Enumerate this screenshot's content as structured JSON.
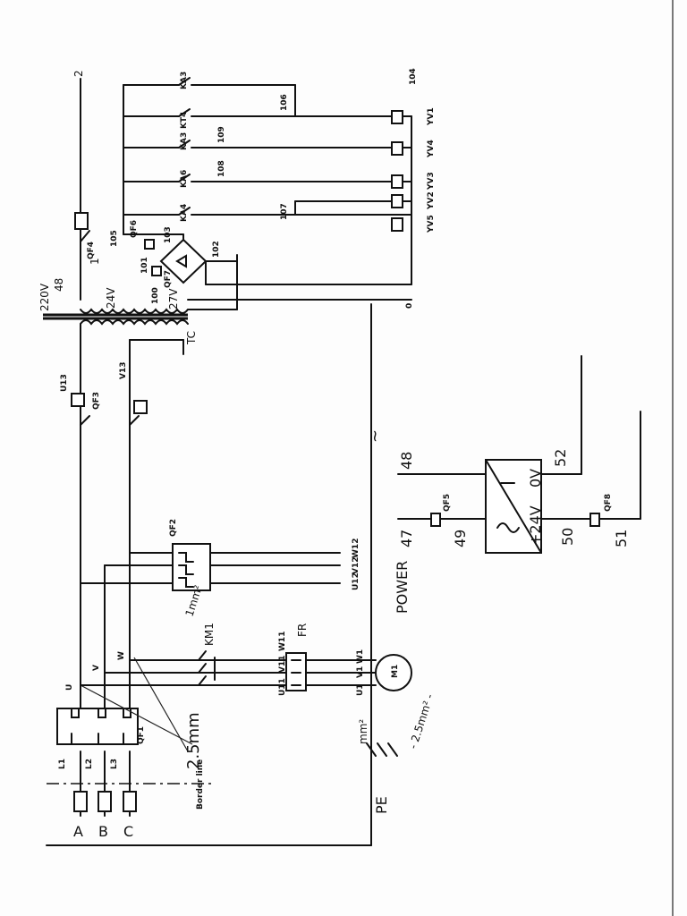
{
  "labels": {
    "phase_a": "A",
    "phase_b": "B",
    "phase_c": "C",
    "l1": "L1",
    "l2": "L2",
    "l3": "L3",
    "qf1": "QF1",
    "wire_2_5": "2.5mm",
    "bus_u": "U",
    "bus_v": "V",
    "bus_w": "W",
    "border_line": "Border line",
    "pe": "PE",
    "mm2": "mm²",
    "pe_wire": "- 2.5mm² -",
    "km1": "KM1",
    "fr": "FR",
    "u11": "U11",
    "v11": "V11",
    "w11": "W11",
    "u1": "U1",
    "v1": "V1",
    "w1": "W1",
    "m1": "M1",
    "qf2": "QF2",
    "wire_1": "1mm²",
    "out_u12": "U12",
    "out_v12": "V12",
    "out_w12": "W12",
    "u13": "U13",
    "v13": "V13",
    "qf3": "QF3",
    "tc": "TC",
    "v220": "220V",
    "n48": "48",
    "v24": "24V",
    "n100": "100",
    "v27": "27V",
    "n1": "1",
    "n2": "2",
    "qf4": "QF4",
    "qf6": "QF6",
    "qf7": "QF7",
    "n101": "101",
    "n102": "102",
    "n103": "103",
    "n104": "104",
    "n105": "105",
    "n106": "106",
    "n107": "107",
    "n108": "108",
    "n109": "109",
    "ka3a": "KA3",
    "kt4": "KT4",
    "ka3b": "KA3",
    "ka6": "KA6",
    "ka4": "KA4",
    "yv1": "YV1",
    "yv4": "YV4",
    "yv3": "YV3",
    "yv2": "YV2",
    "yv5": "YV5",
    "n0": "0",
    "tilde": "~",
    "p48": "48",
    "p47": "47",
    "p49": "49",
    "qf5": "QF5",
    "ov": "0V",
    "plus24": "+24V",
    "p52": "52",
    "p50": "50",
    "p51": "51",
    "qf8": "QF8",
    "power": "POWER"
  }
}
